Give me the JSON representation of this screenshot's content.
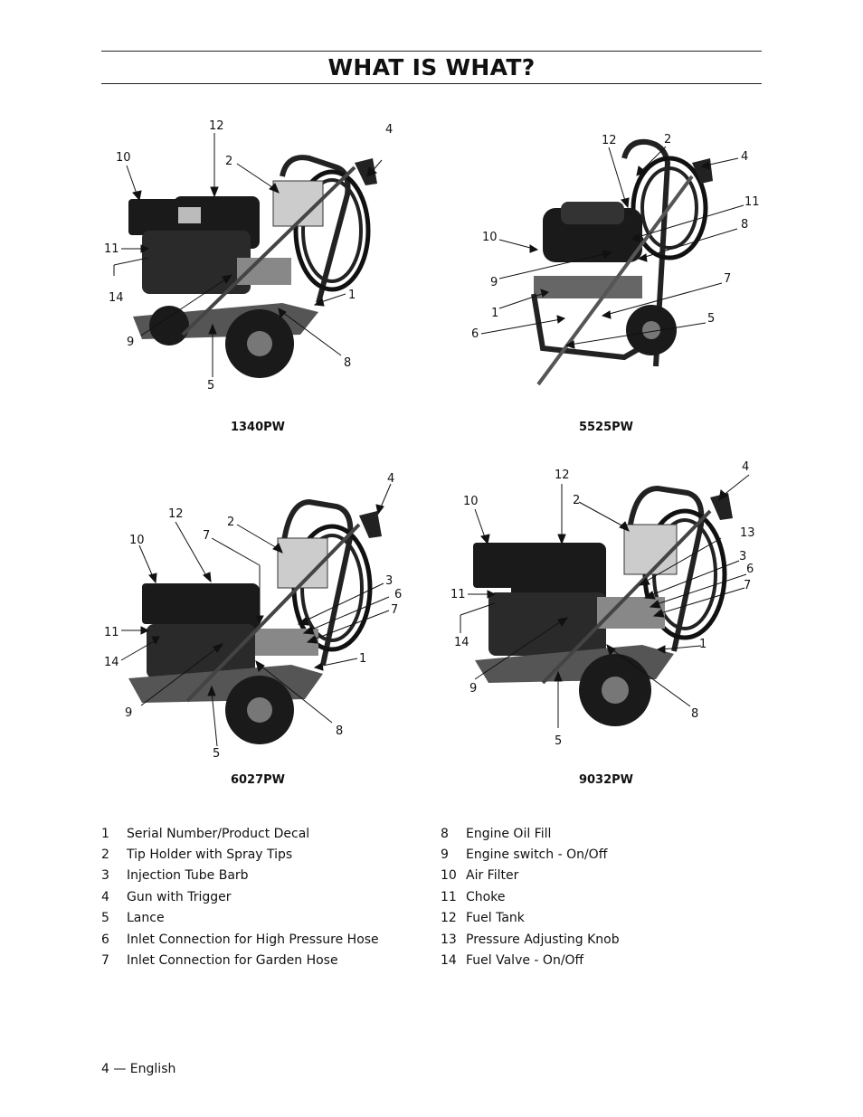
{
  "header": {
    "title": "WHAT IS WHAT?"
  },
  "figures": [
    {
      "model": "1340PW",
      "callouts": [
        "12",
        "4",
        "10",
        "2",
        "11",
        "14",
        "1",
        "9",
        "8",
        "5"
      ]
    },
    {
      "model": "5525PW",
      "callouts": [
        "12",
        "2",
        "4",
        "11",
        "8",
        "10",
        "9",
        "7",
        "1",
        "5",
        "6"
      ]
    },
    {
      "model": "6027PW",
      "callouts": [
        "4",
        "12",
        "2",
        "7",
        "10",
        "3",
        "6",
        "7",
        "11",
        "1",
        "14",
        "9",
        "8",
        "5"
      ]
    },
    {
      "model": "9032PW",
      "callouts": [
        "4",
        "12",
        "2",
        "10",
        "13",
        "3",
        "6",
        "7",
        "11",
        "14",
        "1",
        "9",
        "8",
        "5"
      ]
    }
  ],
  "legend": {
    "left": [
      {
        "num": "1",
        "label": "Serial Number/Product Decal"
      },
      {
        "num": "2",
        "label": "Tip Holder with Spray Tips"
      },
      {
        "num": "3",
        "label": "Injection Tube Barb"
      },
      {
        "num": "4",
        "label": "Gun with Trigger"
      },
      {
        "num": "5",
        "label": "Lance"
      },
      {
        "num": "6",
        "label": "Inlet Connection for High Pressure Hose"
      },
      {
        "num": "7",
        "label": "Inlet Connection for Garden Hose"
      }
    ],
    "right": [
      {
        "num": "8",
        "label": "Engine Oil Fill"
      },
      {
        "num": "9",
        "label": "Engine switch - On/Off"
      },
      {
        "num": "10",
        "label": "Air Filter"
      },
      {
        "num": "11",
        "label": "Choke"
      },
      {
        "num": "12",
        "label": "Fuel Tank"
      },
      {
        "num": "13",
        "label": "Pressure Adjusting Knob"
      },
      {
        "num": "14",
        "label": "Fuel Valve - On/Off"
      }
    ]
  },
  "footer": {
    "page": "4 — English"
  }
}
